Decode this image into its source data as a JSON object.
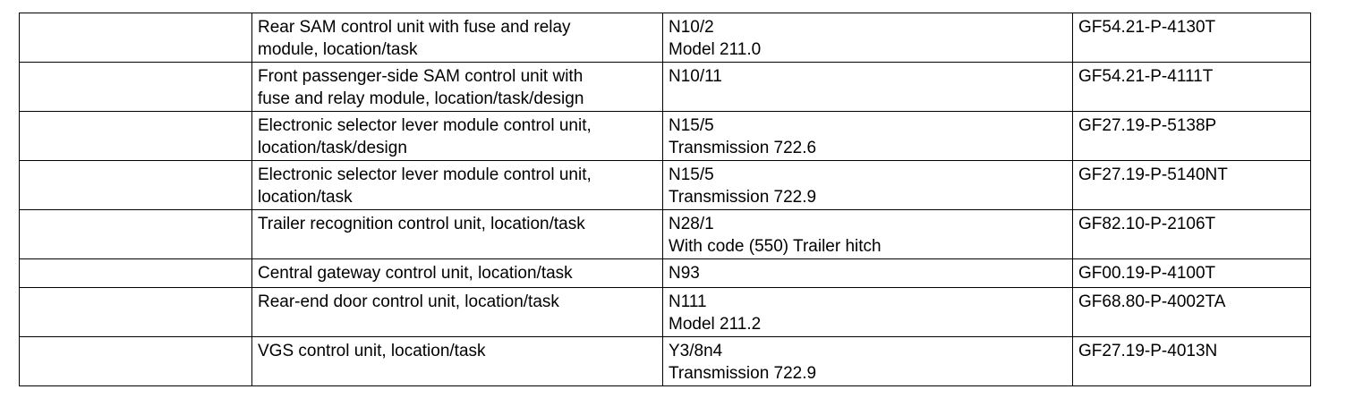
{
  "rows": [
    {
      "col1": "",
      "description": [
        "Rear SAM control unit with fuse and relay",
        "module, location/task"
      ],
      "designation": [
        "N10/2",
        "Model 211.0"
      ],
      "reference": "GF54.21-P-4130T"
    },
    {
      "col1": "",
      "description": [
        "Front passenger-side SAM control unit with",
        "fuse and relay module, location/task/design"
      ],
      "designation": [
        "N10/11",
        ""
      ],
      "reference": "GF54.21-P-4111T"
    },
    {
      "col1": "",
      "description": [
        "Electronic selector lever module control unit,",
        "location/task/design"
      ],
      "designation": [
        "N15/5",
        "Transmission 722.6"
      ],
      "reference": "GF27.19-P-5138P"
    },
    {
      "col1": "",
      "description": [
        "Electronic selector lever module control unit,",
        "location/task"
      ],
      "designation": [
        "N15/5",
        "Transmission 722.9"
      ],
      "reference": "GF27.19-P-5140NT"
    },
    {
      "col1": "",
      "description": [
        "Trailer recognition control unit, location/task",
        ""
      ],
      "designation": [
        "N28/1",
        "With code (550) Trailer hitch"
      ],
      "reference": "GF82.10-P-2106T"
    },
    {
      "col1": "",
      "description": [
        "Central gateway control unit, location/task"
      ],
      "designation": [
        "N93"
      ],
      "reference": "GF00.19-P-4100T"
    },
    {
      "col1": "",
      "description": [
        "Rear-end door control unit, location/task",
        ""
      ],
      "designation": [
        "N111",
        "Model 211.2"
      ],
      "reference": "GF68.80-P-4002TA"
    },
    {
      "col1": "",
      "description": [
        "VGS control unit, location/task",
        ""
      ],
      "designation": [
        "Y3/8n4",
        "Transmission 722.9"
      ],
      "reference": "GF27.19-P-4013N"
    }
  ]
}
